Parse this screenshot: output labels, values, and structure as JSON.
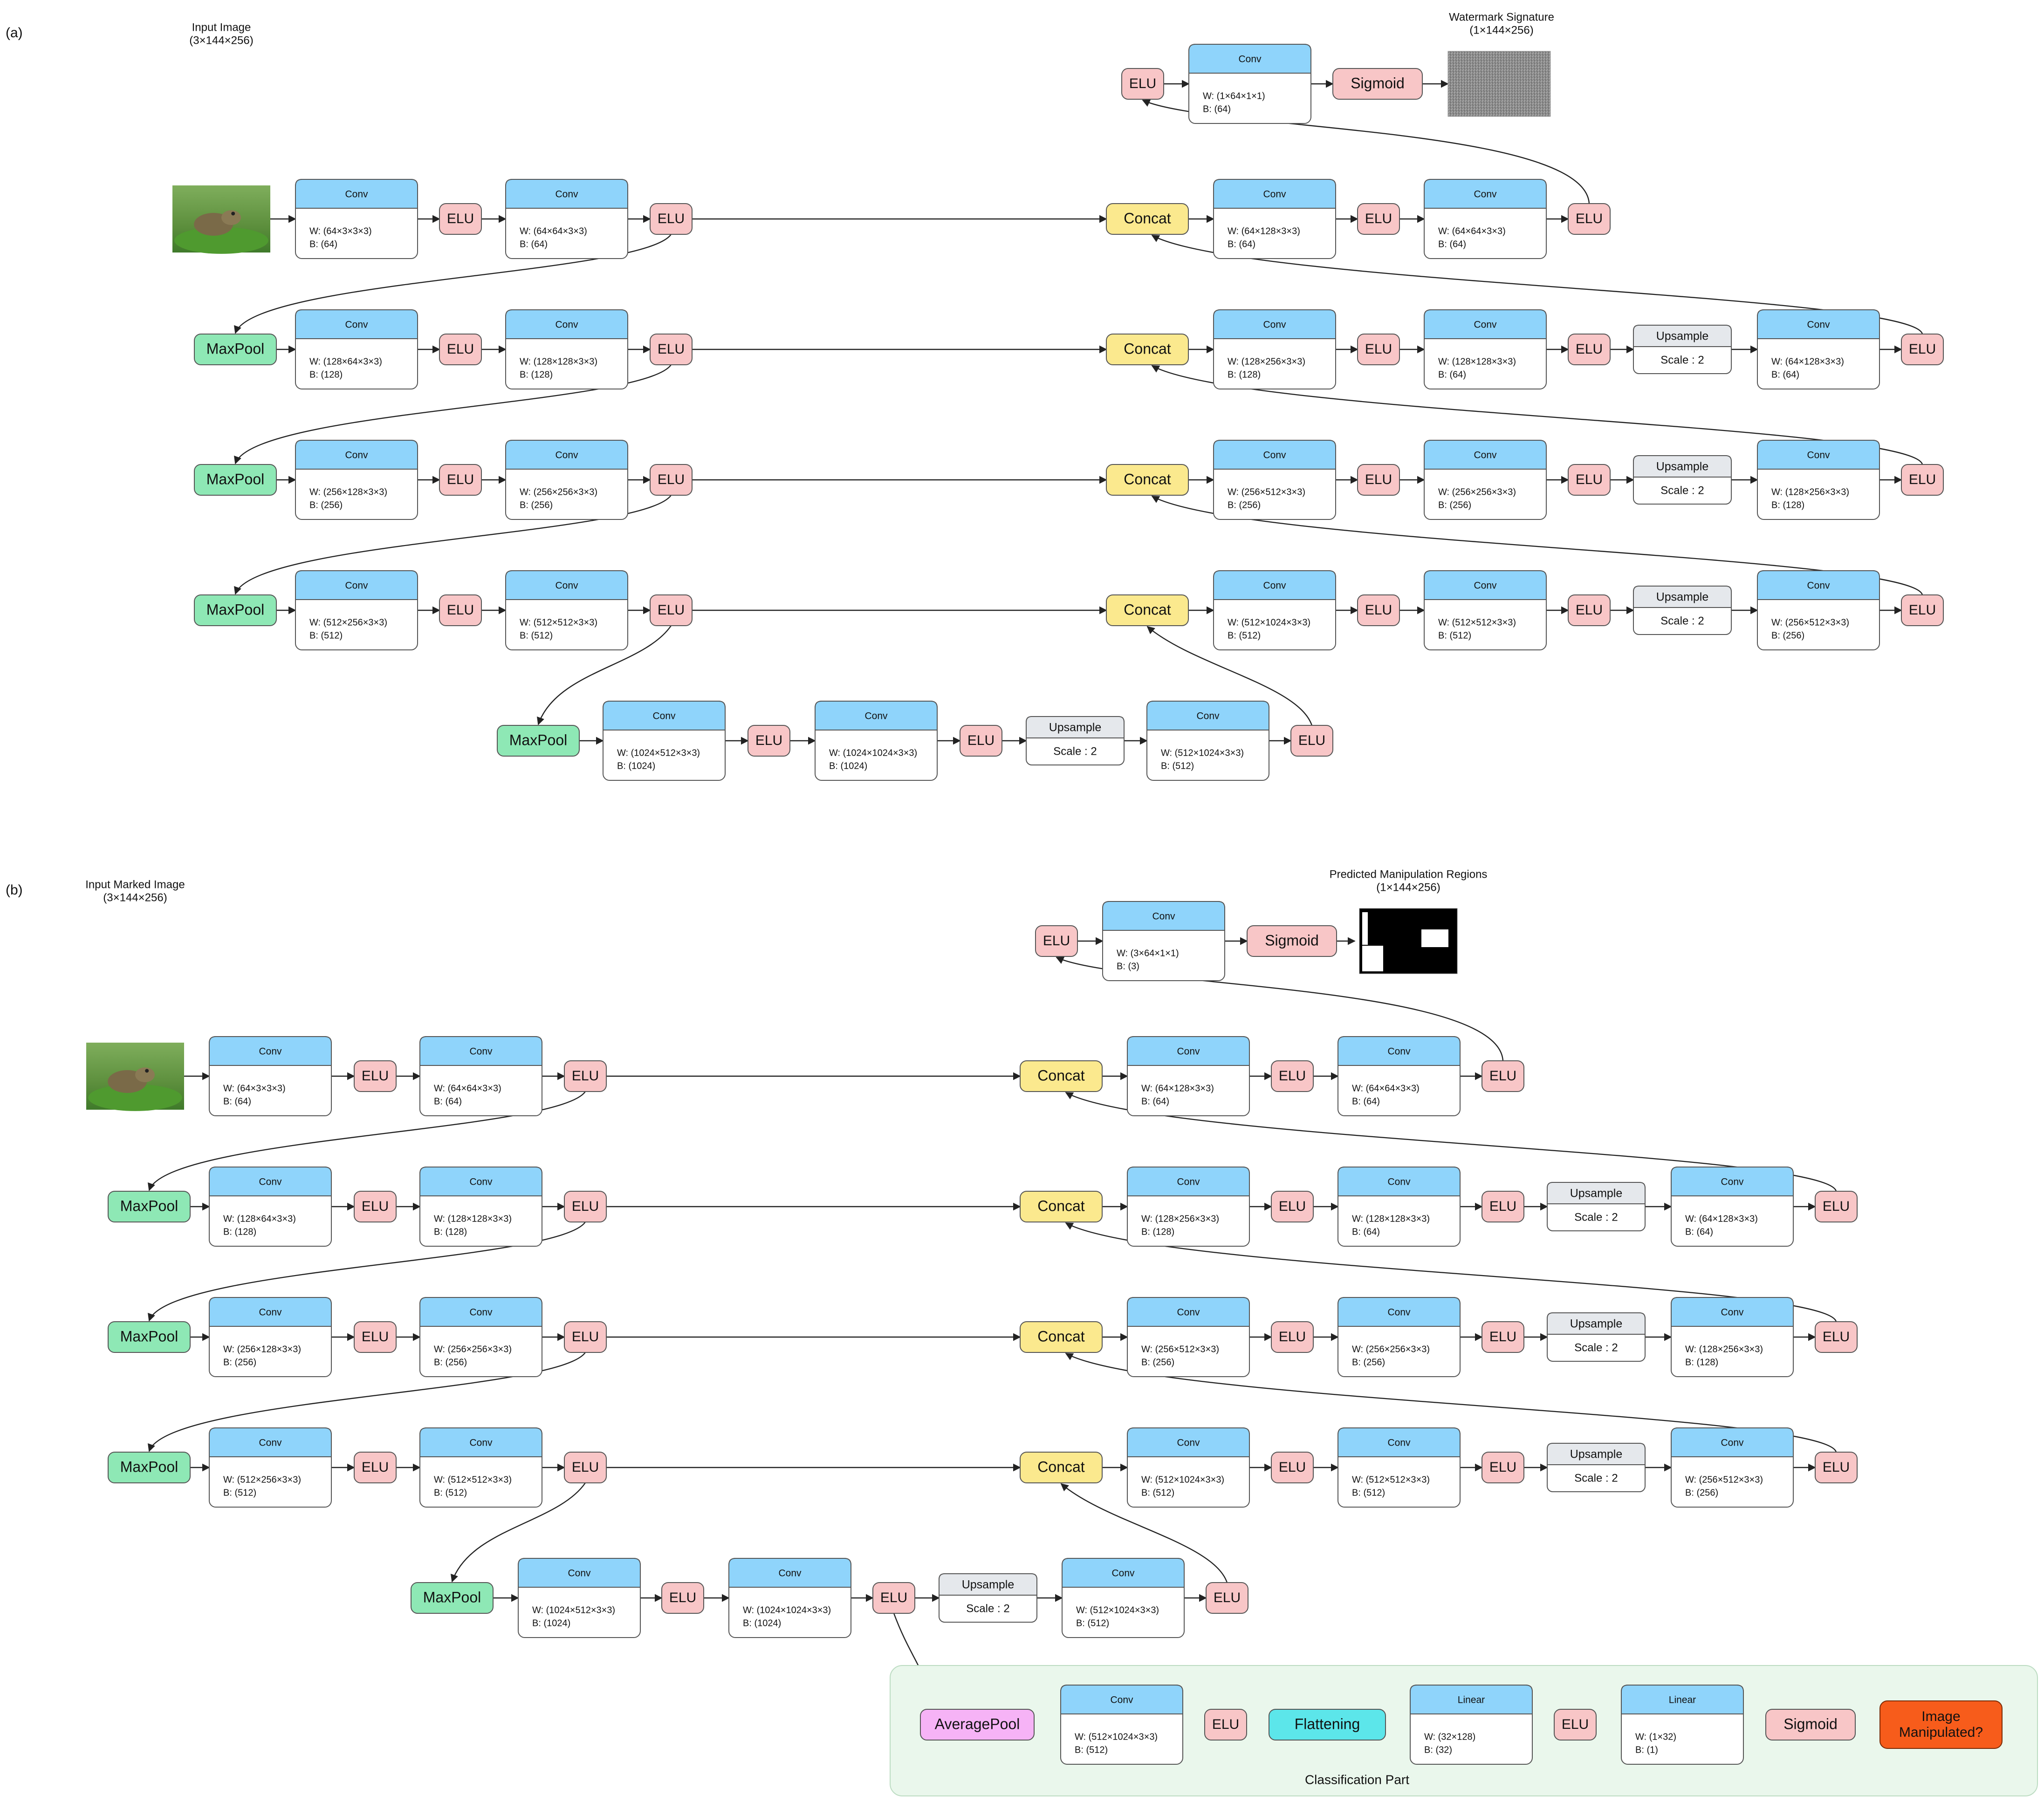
{
  "panels": [
    {
      "label": "(a)",
      "input_caption": "Input Image",
      "input_shape": "(3×144×256)",
      "output_caption": "Watermark Signature",
      "output_shape": "(1×144×256)",
      "head_conv": {
        "title": "Conv",
        "w": "W: (1×64×1×1)",
        "b": "B: (64)"
      },
      "enc": [
        {
          "c1": {
            "title": "Conv",
            "w": "W: (64×3×3×3)",
            "b": "B: (64)"
          },
          "c2": {
            "title": "Conv",
            "w": "W: (64×64×3×3)",
            "b": "B: (64)"
          }
        },
        {
          "c1": {
            "title": "Conv",
            "w": "W: (128×64×3×3)",
            "b": "B: (128)"
          },
          "c2": {
            "title": "Conv",
            "w": "W: (128×128×3×3)",
            "b": "B: (128)"
          }
        },
        {
          "c1": {
            "title": "Conv",
            "w": "W: (256×128×3×3)",
            "b": "B: (256)"
          },
          "c2": {
            "title": "Conv",
            "w": "W: (256×256×3×3)",
            "b": "B: (256)"
          }
        },
        {
          "c1": {
            "title": "Conv",
            "w": "W: (512×256×3×3)",
            "b": "B: (512)"
          },
          "c2": {
            "title": "Conv",
            "w": "W: (512×512×3×3)",
            "b": "B: (512)"
          }
        }
      ],
      "dec": [
        {
          "c1": {
            "title": "Conv",
            "w": "W: (64×128×3×3)",
            "b": "B: (64)"
          },
          "c2": {
            "title": "Conv",
            "w": "W: (64×64×3×3)",
            "b": "B: (64)"
          }
        },
        {
          "c1": {
            "title": "Conv",
            "w": "W: (128×256×3×3)",
            "b": "B: (128)"
          },
          "c2": {
            "title": "Conv",
            "w": "W: (128×128×3×3)",
            "b": "B: (64)"
          },
          "c3": {
            "title": "Conv",
            "w": "W: (64×128×3×3)",
            "b": "B: (64)"
          }
        },
        {
          "c1": {
            "title": "Conv",
            "w": "W: (256×512×3×3)",
            "b": "B: (256)"
          },
          "c2": {
            "title": "Conv",
            "w": "W: (256×256×3×3)",
            "b": "B: (256)"
          },
          "c3": {
            "title": "Conv",
            "w": "W: (128×256×3×3)",
            "b": "B: (128)"
          }
        },
        {
          "c1": {
            "title": "Conv",
            "w": "W: (512×1024×3×3)",
            "b": "B: (512)"
          },
          "c2": {
            "title": "Conv",
            "w": "W: (512×512×3×3)",
            "b": "B: (512)"
          },
          "c3": {
            "title": "Conv",
            "w": "W: (256×512×3×3)",
            "b": "B: (256)"
          }
        }
      ],
      "bottleneck": {
        "c1": {
          "title": "Conv",
          "w": "W: (1024×512×3×3)",
          "b": "B: (1024)"
        },
        "c2": {
          "title": "Conv",
          "w": "W: (1024×1024×3×3)",
          "b": "B: (1024)"
        },
        "c3": {
          "title": "Conv",
          "w": "W: (512×1024×3×3)",
          "b": "B: (512)"
        }
      }
    },
    {
      "label": "(b)",
      "input_caption": "Input Marked Image",
      "input_shape": "(3×144×256)",
      "output_caption": "Predicted Manipulation Regions",
      "output_shape": "(1×144×256)",
      "head_conv": {
        "title": "Conv",
        "w": "W: (3×64×1×1)",
        "b": "B: (3)"
      },
      "enc": [
        {
          "c1": {
            "title": "Conv",
            "w": "W: (64×3×3×3)",
            "b": "B: (64)"
          },
          "c2": {
            "title": "Conv",
            "w": "W: (64×64×3×3)",
            "b": "B: (64)"
          }
        },
        {
          "c1": {
            "title": "Conv",
            "w": "W: (128×64×3×3)",
            "b": "B: (128)"
          },
          "c2": {
            "title": "Conv",
            "w": "W: (128×128×3×3)",
            "b": "B: (128)"
          }
        },
        {
          "c1": {
            "title": "Conv",
            "w": "W: (256×128×3×3)",
            "b": "B: (256)"
          },
          "c2": {
            "title": "Conv",
            "w": "W: (256×256×3×3)",
            "b": "B: (256)"
          }
        },
        {
          "c1": {
            "title": "Conv",
            "w": "W: (512×256×3×3)",
            "b": "B: (512)"
          },
          "c2": {
            "title": "Conv",
            "w": "W: (512×512×3×3)",
            "b": "B: (512)"
          }
        }
      ],
      "dec": [
        {
          "c1": {
            "title": "Conv",
            "w": "W: (64×128×3×3)",
            "b": "B: (64)"
          },
          "c2": {
            "title": "Conv",
            "w": "W: (64×64×3×3)",
            "b": "B: (64)"
          }
        },
        {
          "c1": {
            "title": "Conv",
            "w": "W: (128×256×3×3)",
            "b": "B: (128)"
          },
          "c2": {
            "title": "Conv",
            "w": "W: (128×128×3×3)",
            "b": "B: (64)"
          },
          "c3": {
            "title": "Conv",
            "w": "W: (64×128×3×3)",
            "b": "B: (64)"
          }
        },
        {
          "c1": {
            "title": "Conv",
            "w": "W: (256×512×3×3)",
            "b": "B: (256)"
          },
          "c2": {
            "title": "Conv",
            "w": "W: (256×256×3×3)",
            "b": "B: (256)"
          },
          "c3": {
            "title": "Conv",
            "w": "W: (128×256×3×3)",
            "b": "B: (128)"
          }
        },
        {
          "c1": {
            "title": "Conv",
            "w": "W: (512×1024×3×3)",
            "b": "B: (512)"
          },
          "c2": {
            "title": "Conv",
            "w": "W: (512×512×3×3)",
            "b": "B: (512)"
          },
          "c3": {
            "title": "Conv",
            "w": "W: (256×512×3×3)",
            "b": "B: (256)"
          }
        }
      ],
      "bottleneck": {
        "c1": {
          "title": "Conv",
          "w": "W: (1024×512×3×3)",
          "b": "B: (1024)"
        },
        "c2": {
          "title": "Conv",
          "w": "W: (1024×1024×3×3)",
          "b": "B: (1024)"
        },
        "c3": {
          "title": "Conv",
          "w": "W: (512×1024×3×3)",
          "b": "B: (512)"
        }
      }
    }
  ],
  "labels": {
    "elu": "ELU",
    "maxpool": "MaxPool",
    "concat": "Concat",
    "sigmoid": "Sigmoid",
    "upsample": "Upsample",
    "scale": "Scale : 2"
  },
  "classification": {
    "title": "Classification Part",
    "avgpool": "AveragePool",
    "conv": {
      "title": "Conv",
      "w": "W: (512×1024×3×3)",
      "b": "B: (512)"
    },
    "flatten": "Flattening",
    "linear1": {
      "title": "Linear",
      "w": "W: (32×128)",
      "b": "B: (32)"
    },
    "linear2": {
      "title": "Linear",
      "w": "W: (1×32)",
      "b": "B: (1)"
    },
    "output_line1": "Image",
    "output_line2": "Manipulated?"
  },
  "colors": {
    "conv_header": "#8fd4fb",
    "elu": "#f8c6c7",
    "maxpool": "#8ee8b5",
    "concat": "#fbe98e",
    "sigmoid": "#f8c6c7",
    "upsample_header": "#e5e8ec",
    "avgpool": "#f6b3f6",
    "flatten": "#5ce6ea",
    "output": "#f75c1b",
    "class_bg": "#eaf7ec"
  }
}
